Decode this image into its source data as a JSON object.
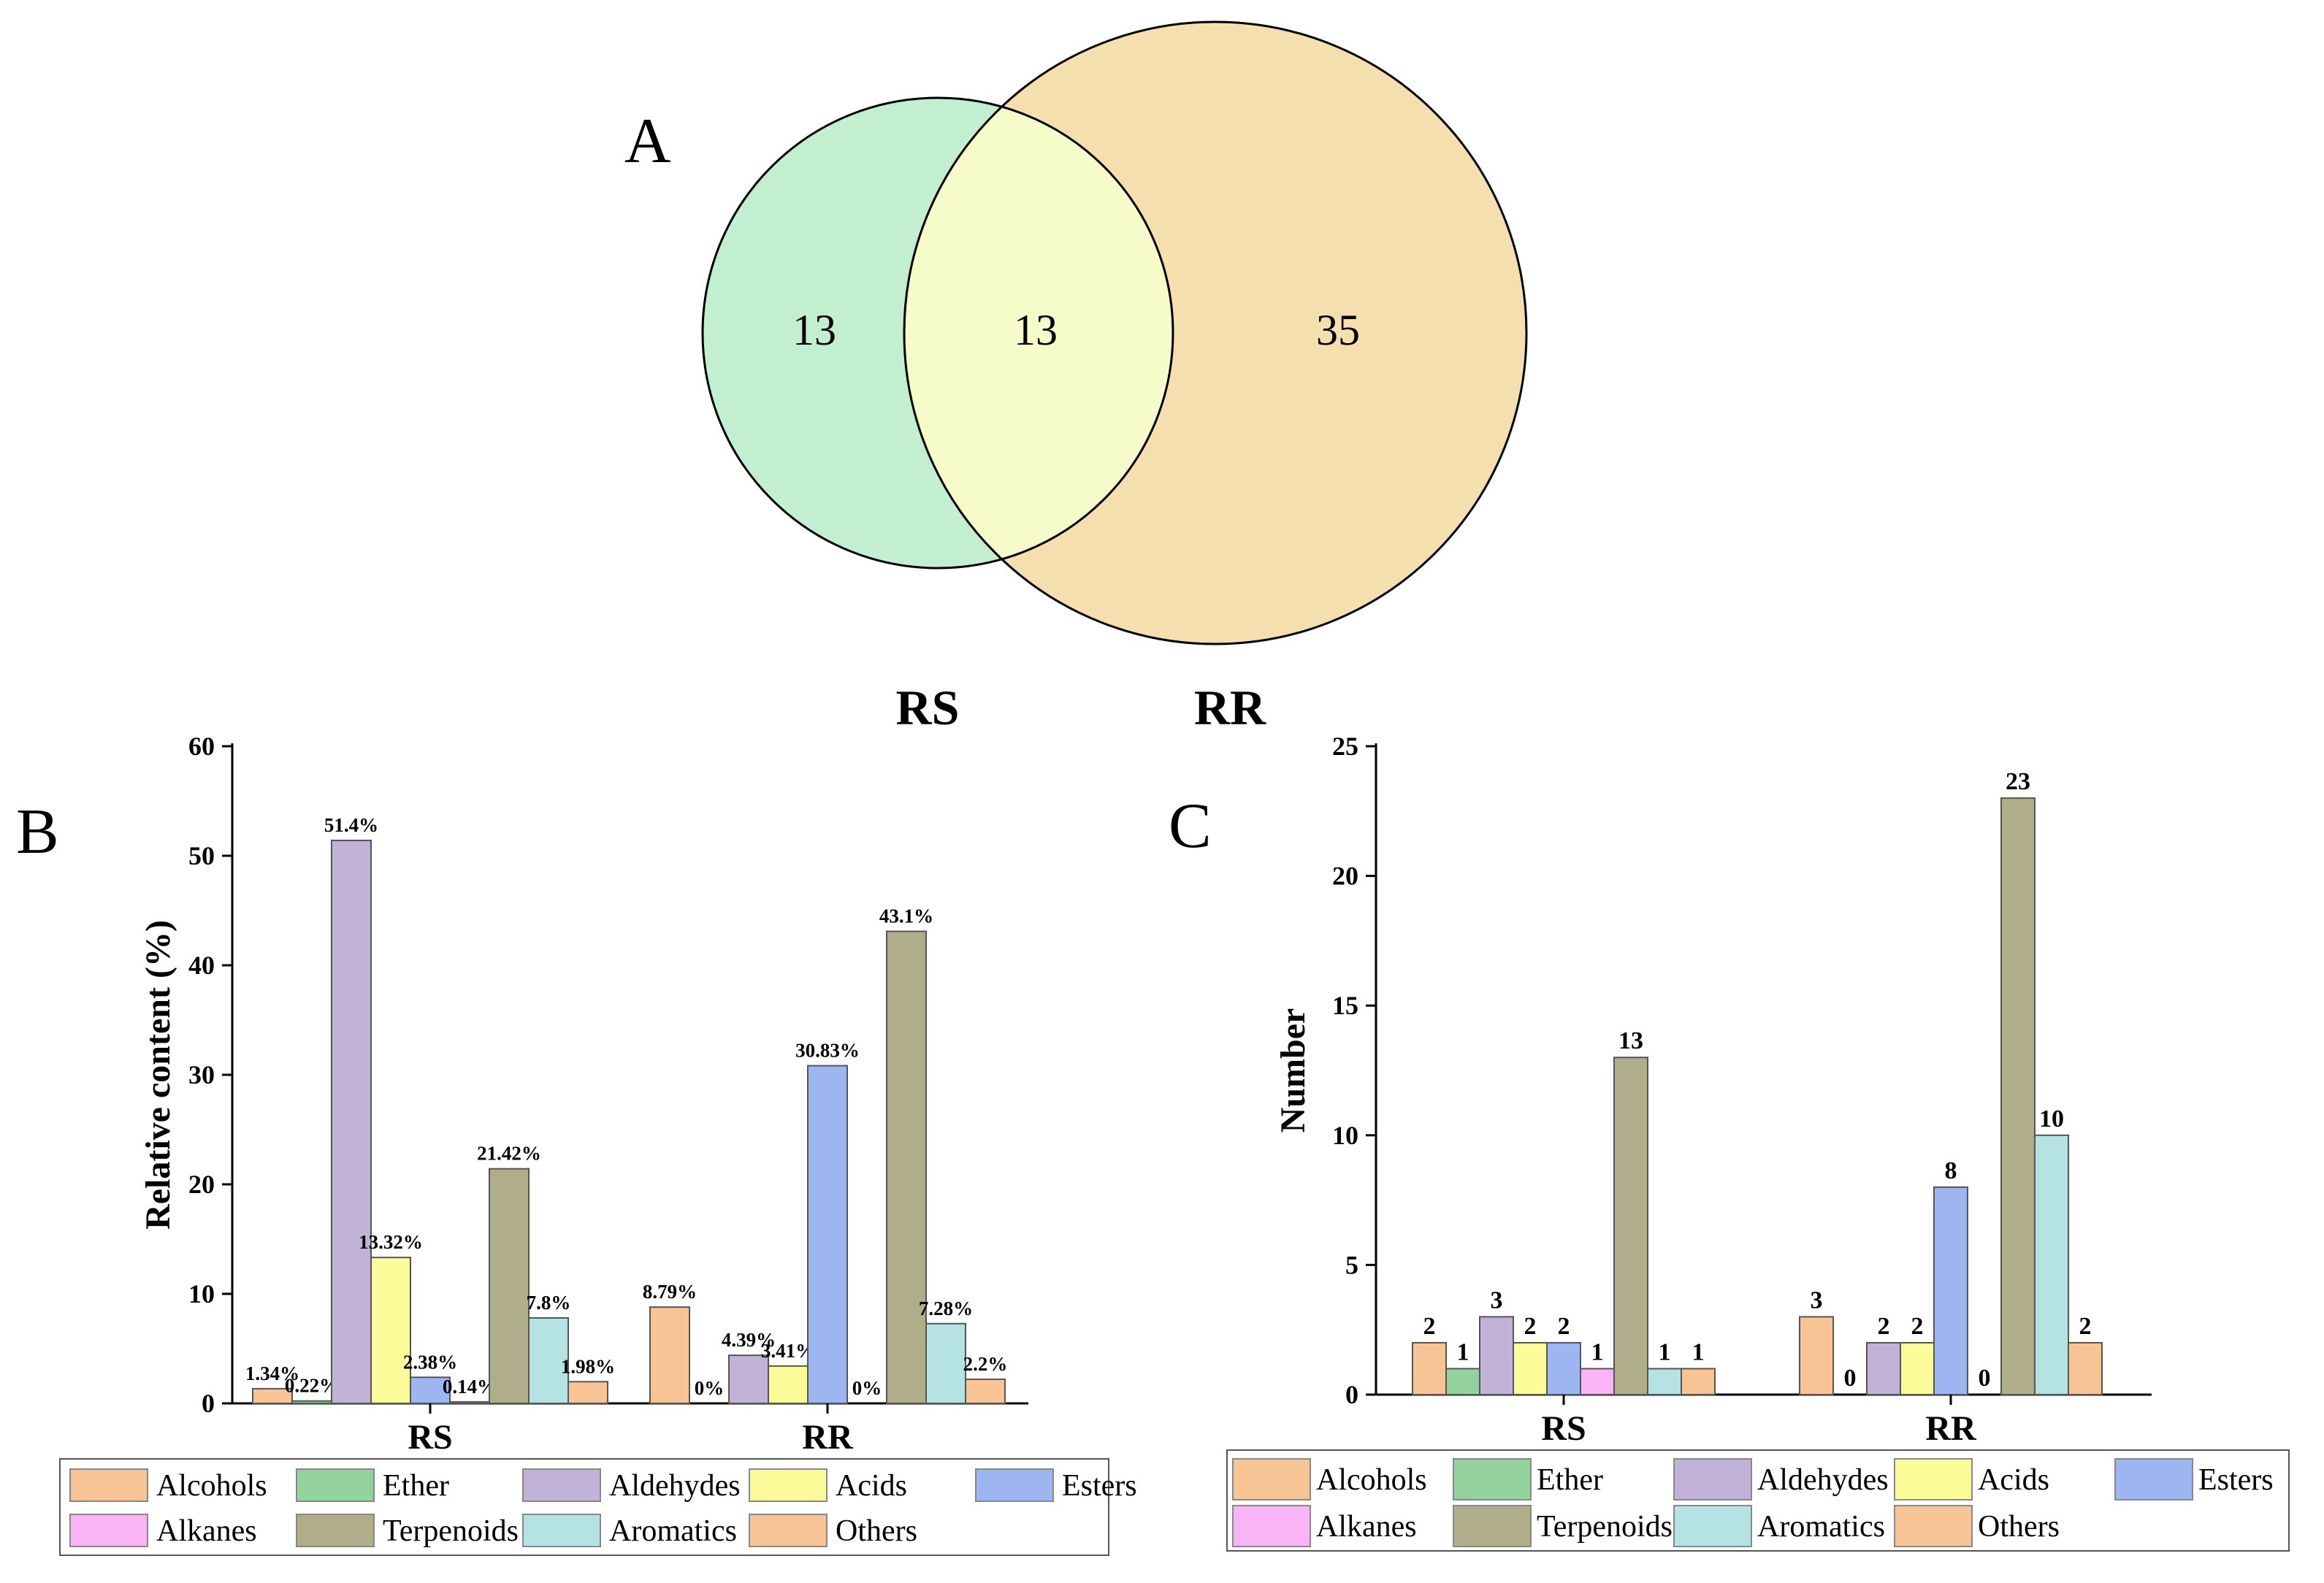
{
  "chart_data": [
    {
      "panel": "A",
      "type": "venn",
      "sets": [
        "RS",
        "RR"
      ],
      "counts": {
        "RS_only": 13,
        "both": 13,
        "RR_only": 35
      },
      "colors": {
        "RS": "#c1efcf",
        "RR": "#f6dfae",
        "overlap": "#f5fcca"
      }
    },
    {
      "panel": "B",
      "type": "bar",
      "categories": [
        "RS",
        "RR"
      ],
      "ylabel": "Relative content (%)",
      "ylim": [
        0,
        60
      ],
      "yticks": [
        0,
        10,
        20,
        30,
        40,
        50,
        60
      ],
      "series": [
        {
          "name": "Alcohols",
          "values": [
            1.34,
            8.79
          ],
          "labels": [
            "1.34%",
            "8.79%"
          ]
        },
        {
          "name": "Ether",
          "values": [
            0.22,
            0
          ],
          "labels": [
            "0.22%",
            "0%"
          ]
        },
        {
          "name": "Aldehydes",
          "values": [
            51.4,
            4.39
          ],
          "labels": [
            "51.4%",
            "4.39%"
          ]
        },
        {
          "name": "Acids",
          "values": [
            13.32,
            3.41
          ],
          "labels": [
            "13.32%",
            "3.41%"
          ]
        },
        {
          "name": "Esters",
          "values": [
            2.38,
            30.83
          ],
          "labels": [
            "2.38%",
            "30.83%"
          ]
        },
        {
          "name": "Alkanes",
          "values": [
            0.14,
            0
          ],
          "labels": [
            "0.14%",
            "0%"
          ]
        },
        {
          "name": "Terpenoids",
          "values": [
            21.42,
            43.1
          ],
          "labels": [
            "21.42%",
            "43.1%"
          ]
        },
        {
          "name": "Aromatics",
          "values": [
            7.8,
            7.28
          ],
          "labels": [
            "7.8%",
            "7.28%"
          ]
        },
        {
          "name": "Others",
          "values": [
            1.98,
            2.2
          ],
          "labels": [
            "1.98%",
            "2.2%"
          ]
        }
      ]
    },
    {
      "panel": "C",
      "type": "bar",
      "categories": [
        "RS",
        "RR"
      ],
      "ylabel": "Number",
      "ylim": [
        0,
        25
      ],
      "yticks": [
        0,
        5,
        10,
        15,
        20,
        25
      ],
      "series": [
        {
          "name": "Alcohols",
          "values": [
            2,
            3
          ],
          "labels": [
            "2",
            "3"
          ]
        },
        {
          "name": "Ether",
          "values": [
            1,
            0
          ],
          "labels": [
            "1",
            "0"
          ]
        },
        {
          "name": "Aldehydes",
          "values": [
            3,
            2
          ],
          "labels": [
            "3",
            "2"
          ]
        },
        {
          "name": "Acids",
          "values": [
            2,
            2
          ],
          "labels": [
            "2",
            "2"
          ]
        },
        {
          "name": "Esters",
          "values": [
            2,
            8
          ],
          "labels": [
            "2",
            "8"
          ]
        },
        {
          "name": "Alkanes",
          "values": [
            1,
            0
          ],
          "labels": [
            "1",
            "0"
          ]
        },
        {
          "name": "Terpenoids",
          "values": [
            13,
            23
          ],
          "labels": [
            "13",
            "23"
          ]
        },
        {
          "name": "Aromatics",
          "values": [
            1,
            10
          ],
          "labels": [
            "1",
            "10"
          ]
        },
        {
          "name": "Others",
          "values": [
            1,
            2
          ],
          "labels": [
            "1",
            "2"
          ]
        }
      ]
    }
  ],
  "series_colors": {
    "Alcohols": "#f8c496",
    "Ether": "#93d29e",
    "Aldehydes": "#c1b3d8",
    "Acids": "#fbfb9a",
    "Esters": "#9db5f0",
    "Alkanes": "#f9b4f5",
    "Terpenoids": "#b0ae8a",
    "Aromatics": "#b5e3e3",
    "Others": "#f8c496"
  },
  "panel_letters": {
    "a": "A",
    "b": "B",
    "c": "C"
  },
  "legend": {
    "row1": [
      "Alcohols",
      "Ether",
      "Aldehydes",
      "Acids",
      "Esters"
    ],
    "row2": [
      "Alkanes",
      "Terpenoids",
      "Aromatics",
      "Others"
    ]
  }
}
